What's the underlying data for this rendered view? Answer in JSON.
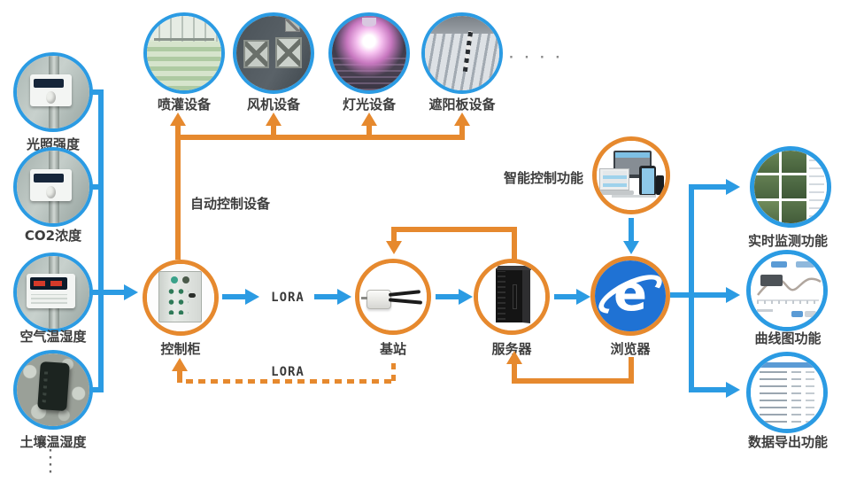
{
  "colors": {
    "arrow_blue": "#2B9BE3",
    "arrow_orange": "#E6892E",
    "browser_blue": "#1F72D4",
    "label_text": "#3D3D3D"
  },
  "sensors": {
    "items": [
      {
        "label": "光照强度"
      },
      {
        "label": "CO2浓度"
      },
      {
        "label": "空气温湿度"
      },
      {
        "label": "土壤温湿度"
      }
    ],
    "more_indicator": "····"
  },
  "actuators": {
    "items": [
      {
        "label": "喷灌设备"
      },
      {
        "label": "风机设备"
      },
      {
        "label": "灯光设备"
      },
      {
        "label": "遮阳板设备"
      }
    ],
    "more_indicator": "· · · ·",
    "bus_label": "自动控制设备"
  },
  "flow": {
    "nodes": [
      {
        "label": "控制柜"
      },
      {
        "label": "基站"
      },
      {
        "label": "服务器"
      },
      {
        "label": "浏览器"
      }
    ],
    "lora_uplink_label": "LORA",
    "lora_downlink_label": "LORA"
  },
  "smart_control": {
    "label": "智能控制功能"
  },
  "functions": {
    "items": [
      {
        "label": "实时监测功能"
      },
      {
        "label": "曲线图功能"
      },
      {
        "label": "数据导出功能"
      }
    ]
  }
}
